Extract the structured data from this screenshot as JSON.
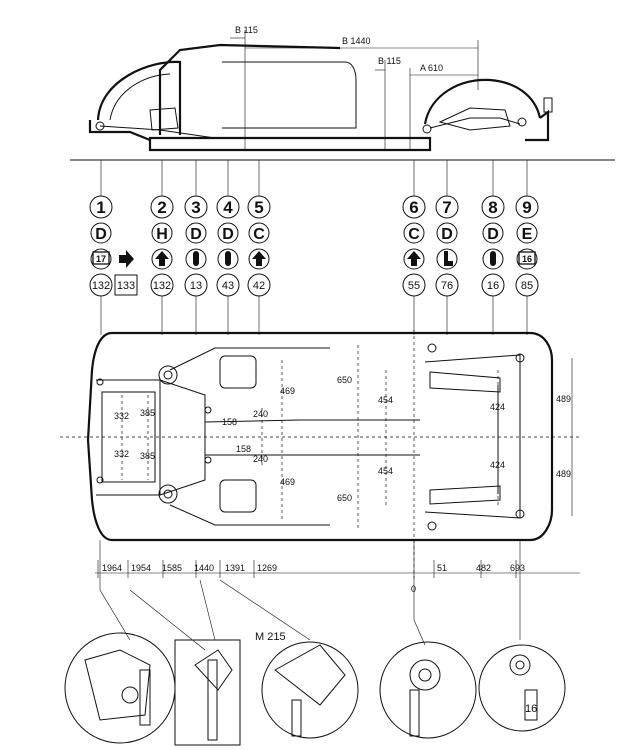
{
  "top_dims": {
    "b115_left": "B 115",
    "b1440": "B 1440",
    "b115_right": "B 115",
    "a610": "A 610"
  },
  "points": [
    {
      "num": "1",
      "letter": "D",
      "icon": "tab-17-icon",
      "icon_text": "17",
      "code": "132",
      "code2": "133"
    },
    {
      "num": "2",
      "letter": "H",
      "icon": "arrow-up-icon",
      "code": "132"
    },
    {
      "num": "3",
      "letter": "D",
      "icon": "pin-icon",
      "code": "13"
    },
    {
      "num": "4",
      "letter": "D",
      "icon": "pin-icon",
      "code": "43"
    },
    {
      "num": "5",
      "letter": "C",
      "icon": "arrow-up-icon",
      "code": "42"
    },
    {
      "num": "6",
      "letter": "C",
      "icon": "arrow-up-icon",
      "code": "55"
    },
    {
      "num": "7",
      "letter": "D",
      "icon": "boot-icon",
      "code": "76"
    },
    {
      "num": "8",
      "letter": "D",
      "icon": "pin-icon",
      "code": "16"
    },
    {
      "num": "9",
      "letter": "E",
      "icon": "tab-16-icon",
      "icon_text": "16",
      "code": "85"
    }
  ],
  "plan_dims": {
    "front_332_top": "332",
    "front_385_top": "385",
    "front_332_bot": "332",
    "front_385_bot": "385",
    "mid_469_top": "469",
    "mid_158_top": "158",
    "mid_240_top": "240",
    "mid_158_bot": "158",
    "mid_240_bot": "240",
    "mid_469_bot": "469",
    "d650_top": "650",
    "d650_bot": "650",
    "d454_top": "454",
    "d454_bot": "454",
    "d424_top": "424",
    "d424_bot": "424",
    "d489_top": "489",
    "d489_bot": "489"
  },
  "bottom_dims": [
    "1964",
    "1954",
    "1585",
    "1440",
    "1391",
    "1269",
    "51",
    "482",
    "693"
  ],
  "zero_label": "0",
  "m215_label": "M 215",
  "detail_gauge_label": "16"
}
